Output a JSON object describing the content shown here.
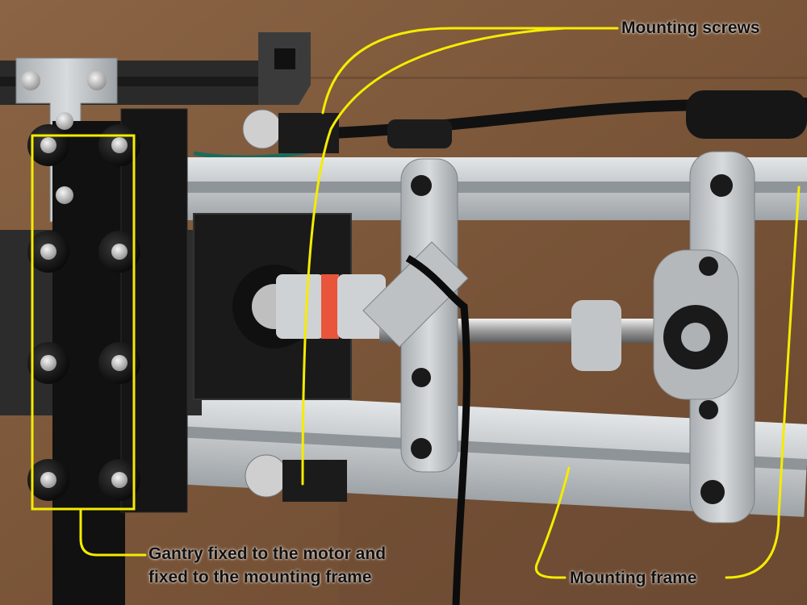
{
  "annotations": {
    "mounting_screws": "Mounting screws",
    "gantry_line1": "Gantry fixed to the motor and",
    "gantry_line2": "fixed to the mounting frame",
    "mounting_frame": "Mounting frame"
  },
  "colors": {
    "callout": "#f5ec00",
    "cardboard": "#7a5538",
    "aluminum": "#c9cdd0",
    "black_plate": "#151515",
    "coupler_red": "#e8553a"
  }
}
